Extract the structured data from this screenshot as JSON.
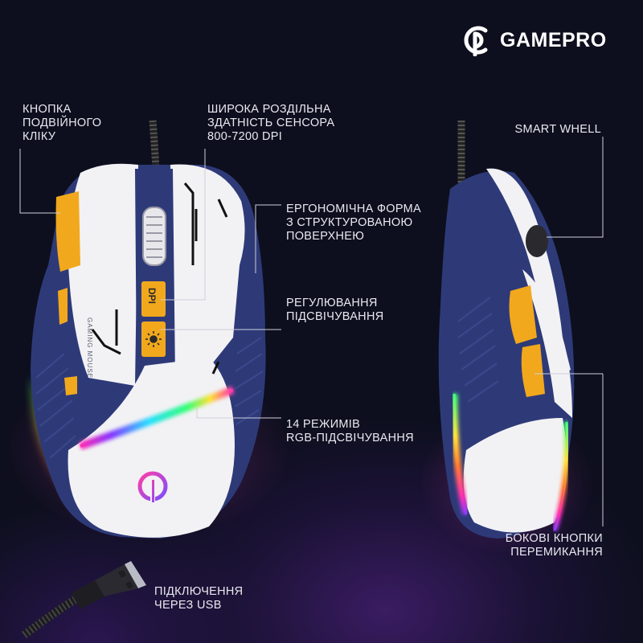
{
  "brand": {
    "logo_icon": "gamepro-logo-icon",
    "name": "GAMEPRO"
  },
  "callouts": {
    "double_click": [
      "КНОПКА",
      "ПОДВІЙНОГО",
      "КЛІКУ"
    ],
    "sensor": [
      "ШИРОКА РОЗДІЛЬНА",
      "ЗДАТНІСТЬ СЕНСОРА",
      "800-7200 DPI"
    ],
    "ergonomic": [
      "ЕРГОНОМІЧНА ФОРМА",
      "З СТРУКТУРОВАНОЮ",
      "ПОВЕРХНЕЮ"
    ],
    "backlight": [
      "РЕГУЛЮВАННЯ",
      "ПІДСВІЧУВАННЯ"
    ],
    "rgb_modes": [
      "14 РЕЖИМІВ",
      "RGB-ПІДСВІЧУВАННЯ"
    ],
    "usb": [
      "ПІДКЛЮЧЕННЯ",
      "ЧЕРЕЗ USB"
    ],
    "smart_wheel": [
      "SMART WHELL"
    ],
    "side_buttons": [
      "БОКОВІ КНОПКИ",
      "ПЕРЕМИКАННЯ"
    ]
  },
  "mouse": {
    "dpi_button_label": "DPI",
    "side_text": "GAMING MOUSE",
    "light_icon": "sun-icon",
    "colors": {
      "shell_white": "#f2f2f5",
      "body_navy": "#2e3a78",
      "accent_yellow": "#f2a81d",
      "rgb": [
        "#ff2fb3",
        "#8a3cff",
        "#2f7bff",
        "#2fe0ff",
        "#3cff7a",
        "#ffe23c"
      ]
    }
  },
  "colors": {
    "background": "#0d0f1e",
    "text": "#e9e9f0",
    "leader_line": "#cfcfd8"
  }
}
